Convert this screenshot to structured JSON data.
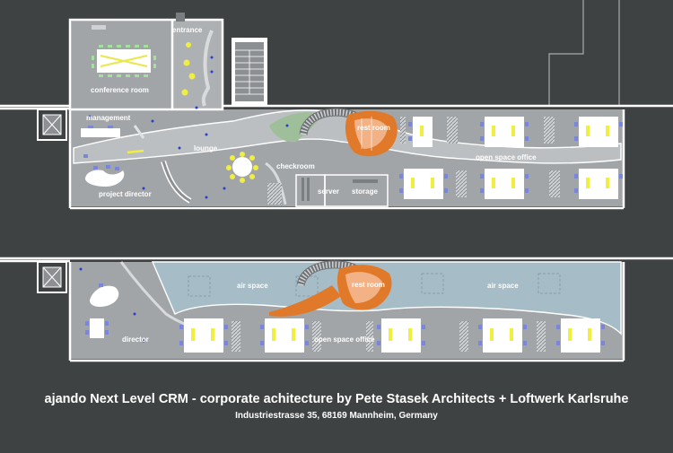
{
  "labels": {
    "entrance": "entrance",
    "conference_room": "conference room",
    "management": "management",
    "lounge": "lounge",
    "rest_room_upper": "rest room",
    "open_space_office_upper": "open space office",
    "project_director": "project director",
    "checkroom": "checkroom",
    "server": "server",
    "storage": "storage",
    "air_space_left": "air space",
    "air_space_right": "air space",
    "rest_room_lower": "rest room",
    "director": "director",
    "open_space_office_lower": "open space office"
  },
  "caption": {
    "title": "ajando Next Level CRM - corporate achitecture by Pete Stasek Architects + Loftwerk Karlsruhe",
    "address": "Industriestrasse 35, 68169 Mannheim, Germany"
  },
  "colors": {
    "background": "#3f4242",
    "floor": "#a2a5a8",
    "lounge_floor": "#b8bbbe",
    "air_space": "#a6bcc7",
    "orange_accent": "#e07a2a",
    "desk_yellow": "#f0ee40",
    "chair_blue": "#7a86d8",
    "wall": "#ffffff"
  }
}
